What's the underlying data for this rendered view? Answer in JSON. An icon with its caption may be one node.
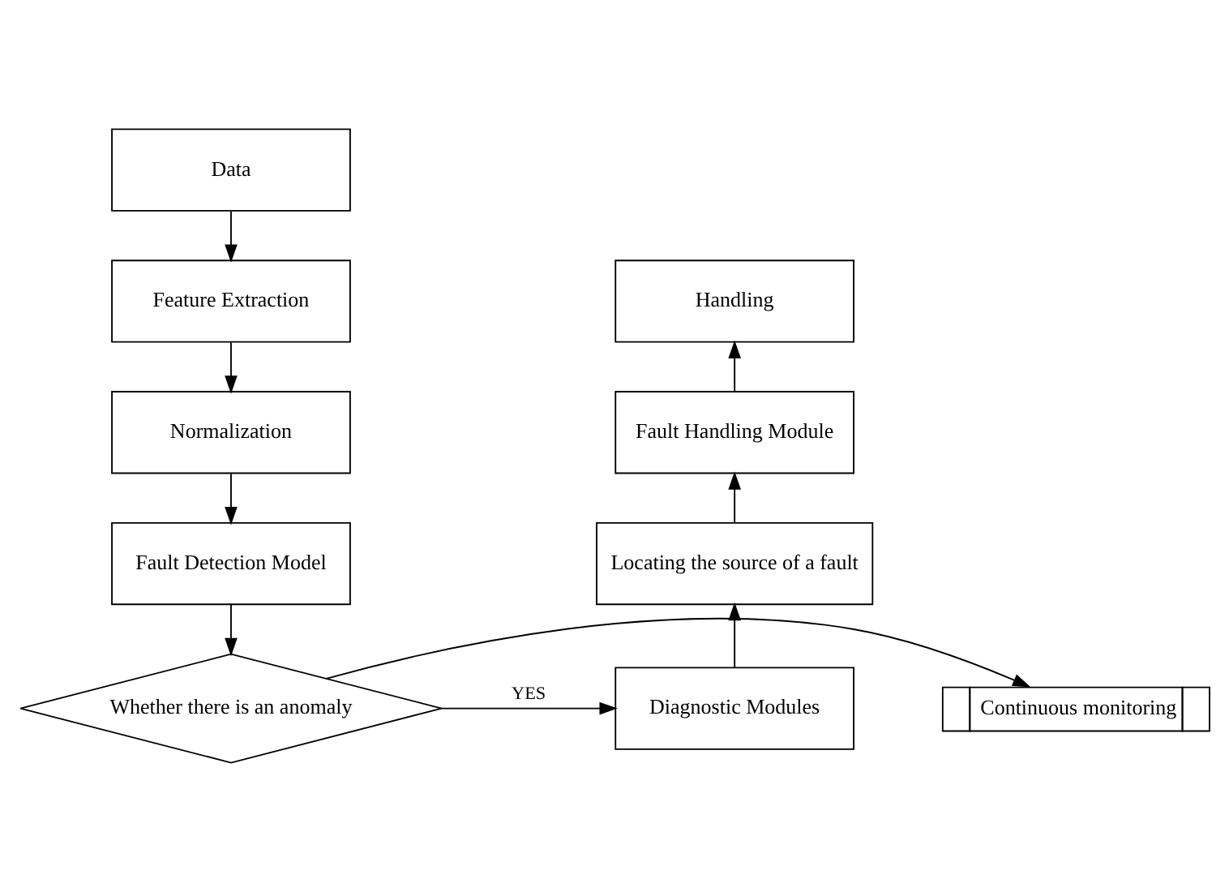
{
  "diagram": {
    "nodes": [
      {
        "text": [
          "Data"
        ]
      },
      {
        "text": [
          "Feature Extraction"
        ]
      },
      {
        "text": [
          "Normalization"
        ]
      },
      {
        "text": [
          "Fault Detection Model"
        ]
      },
      {
        "text": [
          "Whether there is an anomaly"
        ]
      },
      {
        "text": [
          "Continuous monitoring"
        ]
      },
      {
        "text": [
          "Diagnostic Modules"
        ]
      },
      {
        "text": [
          "Locating the source of a fault"
        ]
      },
      {
        "text": [
          "Fault Handling Module"
        ]
      },
      {
        "text": [
          "Handling"
        ]
      }
    ],
    "edges": [
      {
        "from": 0,
        "to": 1,
        "arrow": "to"
      },
      {
        "from": 1,
        "to": 2,
        "arrow": "to"
      },
      {
        "from": 2,
        "to": 3,
        "arrow": "to"
      },
      {
        "from": 3,
        "to": 4,
        "arrow": "to"
      },
      {
        "from": 4,
        "to": 5,
        "arrow": "to"
      },
      {
        "from": 4,
        "to": 6,
        "arrow": "to",
        "label": "YES"
      },
      {
        "from": 6,
        "to": 7,
        "arrow": "to"
      },
      {
        "from": 7,
        "to": 8,
        "arrow": "to"
      },
      {
        "from": 8,
        "to": 9,
        "arrow": "to"
      }
    ]
  }
}
